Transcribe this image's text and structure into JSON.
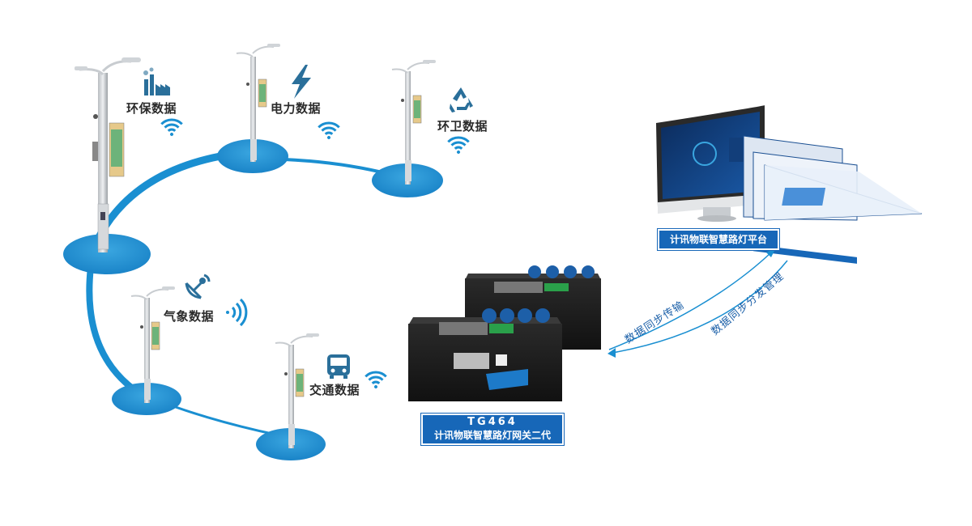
{
  "categories": {
    "env": "环保数据",
    "power": "电力数据",
    "sanitation": "环卫数据",
    "weather": "气象数据",
    "traffic": "交通数据"
  },
  "platform": {
    "label": "计讯物联智慧路灯平台"
  },
  "gateway": {
    "model": "TG464",
    "name": "计讯物联智慧路灯网关二代"
  },
  "flows": {
    "upload": "数据同步传输",
    "download": "数据同步分发管理"
  },
  "colors": {
    "accent": "#1a8fd1",
    "label_bg": "#1767b8",
    "icon": "#2a6f9a"
  },
  "icons": {
    "env": "factory-icon",
    "power": "lightning-bolt-icon",
    "sanitation": "recycle-icon",
    "weather": "satellite-dish-icon",
    "traffic": "bus-icon",
    "signal": "wifi-signal-icon"
  }
}
